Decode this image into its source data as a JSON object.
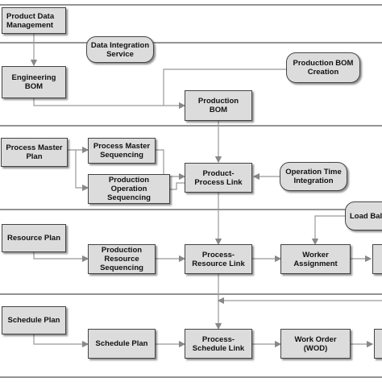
{
  "nodes": {
    "product_data_management": "Product Data\nManagement",
    "data_integration_service": "Data Integration\nService",
    "engineering_bom": "Engineering\nBOM",
    "production_bom_creation": "Production BOM\nCreation",
    "production_bom": "Production\nBOM",
    "process_master_plan": "Process Master\nPlan",
    "process_master_sequencing": "Process Master\nSequencing",
    "production_operation_sequencing": "Production\nOperation\nSequencing",
    "product_process_link": "Product-\nProcess Link",
    "operation_time_integration": "Operation Time\nIntegration",
    "load_balancing": "Load Bal",
    "resource_plan": "Resource Plan",
    "production_resource_sequencing": "Production\nResource\nSequencing",
    "process_resource_link": "Process-\nResource Link",
    "worker_assignment": "Worker\nAssignment",
    "schedule_plan_left": "Schedule Plan",
    "schedule_plan": "Schedule Plan",
    "process_schedule_link": "Process-\nSchedule Link",
    "work_order": "Work Order\n(WOD)"
  },
  "colors": {
    "box_fill": "#dcdcdc",
    "box_border": "#444444",
    "line": "#999999",
    "divider": "#555555"
  }
}
